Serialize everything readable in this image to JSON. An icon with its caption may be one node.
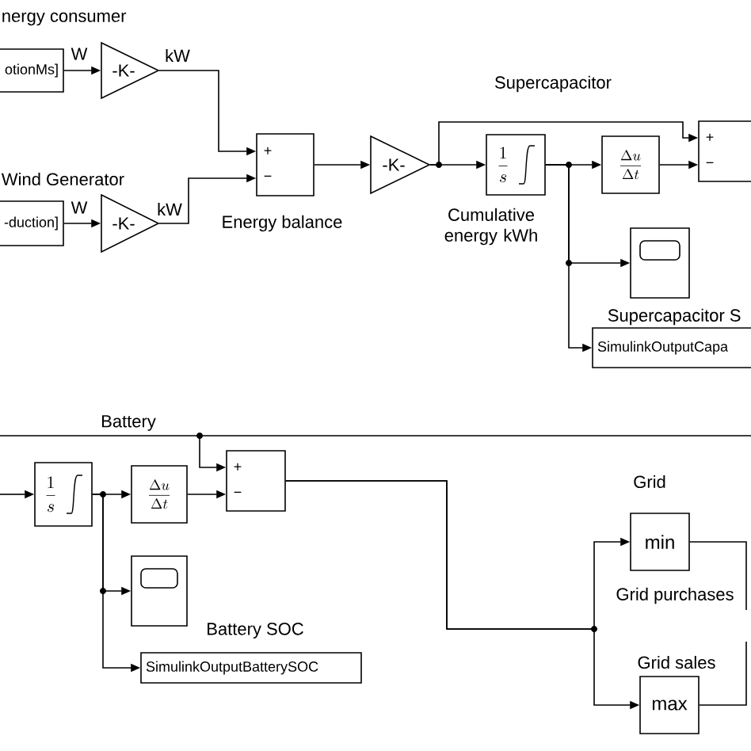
{
  "diagram": {
    "nodes": [
      {
        "text": [
          "otionMs]"
        ]
      },
      {
        "text": [
          "-K-"
        ]
      },
      {
        "text": [
          "-duction]"
        ]
      },
      {
        "text": [
          "-K-"
        ]
      },
      {
        "text": [
          "+",
          "−"
        ],
        "beside": [
          "Energy balance"
        ]
      },
      {
        "text": [
          "-K-"
        ]
      },
      {
        "text": [
          "\\frac{1}{s}"
        ],
        "beside": [
          "Cumulative energy kWh"
        ]
      },
      {
        "text": [
          "\\frac{\\Delta u}{\\Delta t}"
        ]
      },
      {
        "text": [
          "+",
          "−"
        ]
      },
      {
        "text": [],
        "shape": "box",
        "beside": [
          "Supercapacitor S"
        ]
      },
      {
        "text": [
          "SimulinkOutputCapa"
        ]
      },
      {
        "text": [
          "\\frac{1}{s}"
        ]
      },
      {
        "text": [
          "\\frac{\\Delta u}{\\Delta t}"
        ]
      },
      {
        "text": [
          "+",
          "−"
        ]
      },
      {
        "text": [],
        "shape": "box",
        "beside": [
          "Battery SOC"
        ]
      },
      {
        "text": [
          "SimulinkOutputBatterySOC"
        ]
      },
      {
        "text": [
          "min"
        ],
        "beside": [
          "Grid purchases"
        ]
      },
      {
        "text": [
          "max"
        ],
        "beside": [
          "Grid sales"
        ]
      }
    ],
    "edges": [
      {
        "from": 0,
        "to": 1,
        "arrow": "to",
        "label": "W"
      },
      {
        "from": 1,
        "to": 4,
        "arrow": "to",
        "label": "kW"
      },
      {
        "from": 2,
        "to": 3,
        "arrow": "to",
        "label": "W"
      },
      {
        "from": 3,
        "to": 4,
        "arrow": "to",
        "label": "kW"
      },
      {
        "from": 4,
        "to": 5,
        "arrow": "to"
      },
      {
        "from": 5,
        "to": 6,
        "arrow": "to"
      },
      {
        "from": 5,
        "to": 8,
        "arrow": "to"
      },
      {
        "from": 6,
        "to": 7,
        "arrow": "to"
      },
      {
        "from": 7,
        "to": 8,
        "arrow": "to"
      },
      {
        "from": 6,
        "to": 9,
        "arrow": "to"
      },
      {
        "from": 6,
        "to": 10,
        "arrow": "to"
      },
      {
        "from": null,
        "to": 11,
        "arrow": "to"
      },
      {
        "from": 11,
        "to": 12,
        "arrow": "to"
      },
      {
        "from": 11,
        "to": 14,
        "arrow": "to"
      },
      {
        "from": 11,
        "to": 15,
        "arrow": "to"
      },
      {
        "from": 12,
        "to": 13,
        "arrow": "to"
      },
      {
        "from": null,
        "to": 13,
        "arrow": "to",
        "label": "Battery"
      },
      {
        "from": 13,
        "to": 16,
        "arrow": "to"
      },
      {
        "from": 13,
        "to": 17,
        "arrow": "to"
      },
      {
        "from": 16,
        "to": null,
        "arrow": "none"
      },
      {
        "from": 17,
        "to": null,
        "arrow": "none"
      }
    ],
    "labels": [
      "nergy consumer",
      "Wind Generator",
      "Supercapacitor",
      "Grid"
    ]
  }
}
